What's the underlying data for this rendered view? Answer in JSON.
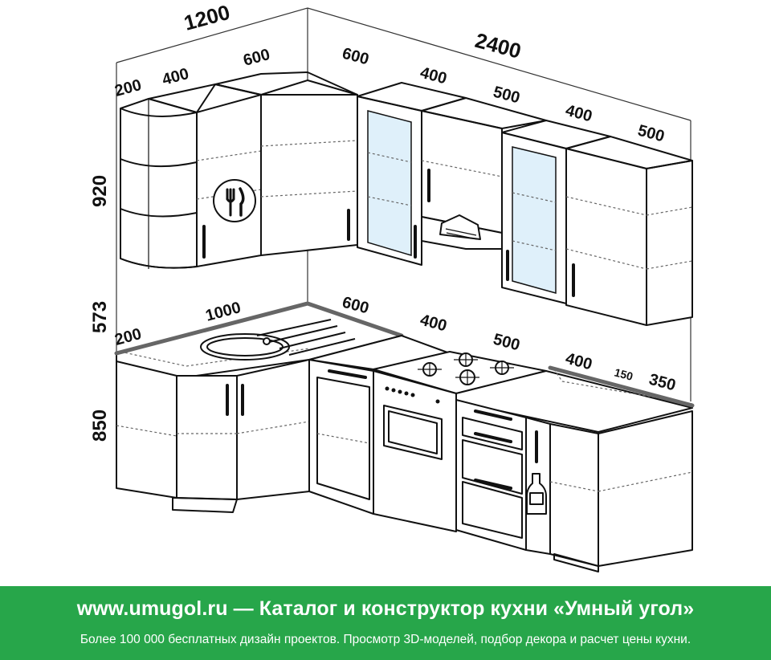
{
  "dimensions": {
    "upper_total_left": "1200",
    "upper_total_right": "2400",
    "upper_left_200": "200",
    "upper_left_400": "400",
    "upper_corner_600": "600",
    "upper_right_600": "600",
    "upper_right_400a": "400",
    "upper_right_500a": "500",
    "upper_right_400b": "400",
    "upper_right_500b": "500",
    "height_upper": "920",
    "height_gap": "573",
    "height_lower": "850",
    "lower_left_200": "200",
    "lower_left_1000": "1000",
    "lower_right_600": "600",
    "lower_right_400a": "400",
    "lower_right_500": "500",
    "lower_right_400b": "400",
    "lower_right_150": "150",
    "lower_right_350": "350"
  },
  "banner": {
    "headline": "www.umugol.ru — Каталог и конструктор кухни «Умный угол»",
    "subline": "Более 100 000 бесплатных дизайн проектов. Просмотр 3D-моделей, подбор декора и расчет цены кухни."
  },
  "colors": {
    "banner_bg": "#27a64a",
    "glass": "#dff0fa"
  }
}
